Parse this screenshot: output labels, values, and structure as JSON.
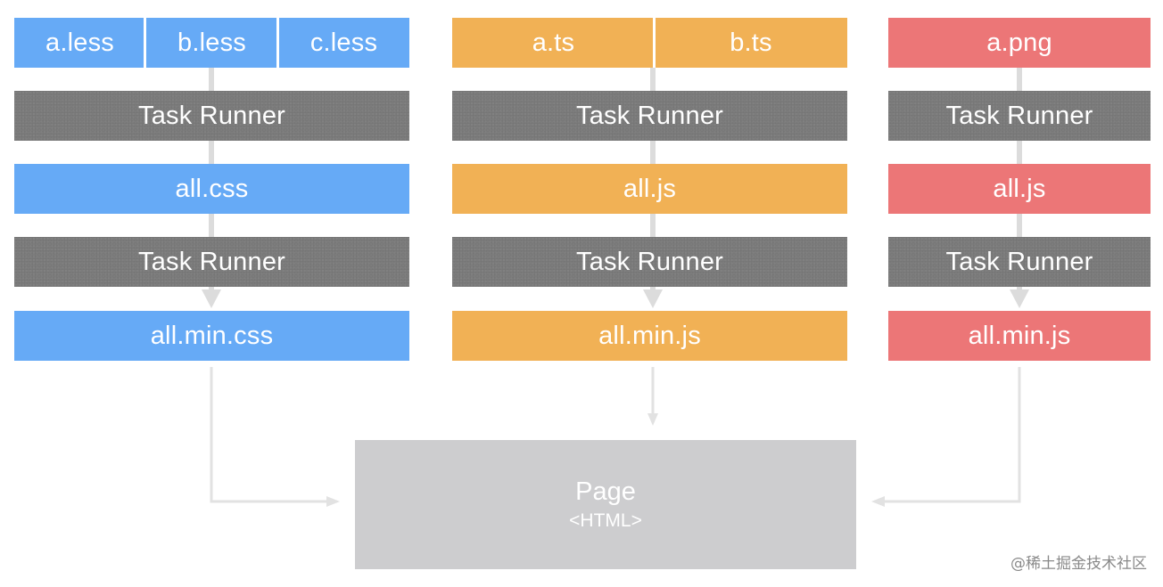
{
  "columns": [
    {
      "color": "#66aaf6",
      "sources": [
        "a.less",
        "b.less",
        "c.less"
      ],
      "runner_1": "Task Runner",
      "intermediate": "all.css",
      "runner_2": "Task Runner",
      "output": "all.min.css"
    },
    {
      "color": "#f1b155",
      "sources": [
        "a.ts",
        "b.ts"
      ],
      "runner_1": "Task Runner",
      "intermediate": "all.js",
      "runner_2": "Task Runner",
      "output": "all.min.js"
    },
    {
      "color": "#ec7677",
      "sources": [
        "a.png"
      ],
      "runner_1": "Task Runner",
      "intermediate": "all.js",
      "runner_2": "Task Runner",
      "output": "all.min.js"
    }
  ],
  "page": {
    "title": "Page",
    "subtitle": "<HTML>",
    "color": "#cdcdcf"
  },
  "runner_color": "#7c7c7c",
  "watermark": "@稀土掘金技术社区"
}
